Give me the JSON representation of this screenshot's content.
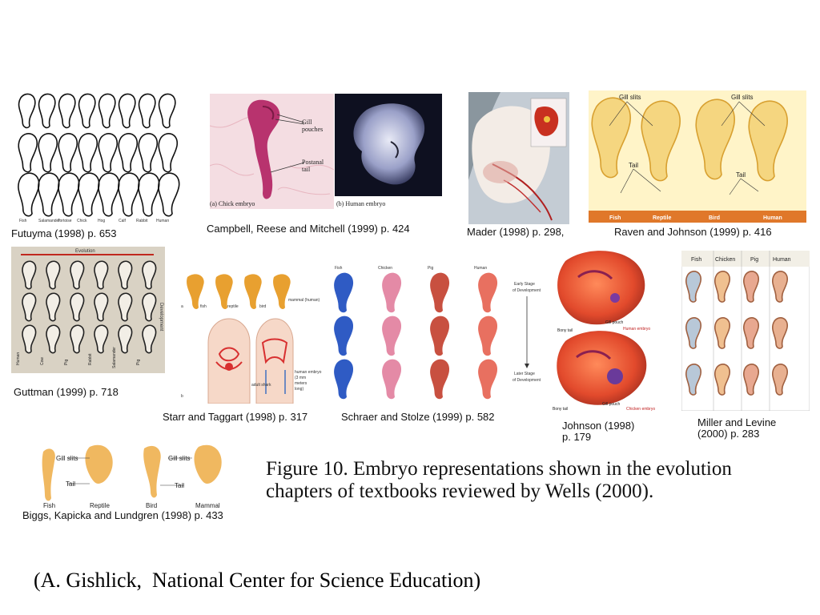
{
  "figure_caption_line1": "Figure 10. Embryo representations shown in the evolution",
  "figure_caption_line2": "chapters of textbooks reviewed by Wells (2000).",
  "credit": "(A. Gishlick,  National Center for Science Education)",
  "panels": {
    "futuyma": {
      "caption": "Futuyma (1998) p. 653",
      "column_labels": [
        "Fish",
        "Salamander",
        "Tortoise",
        "Chick",
        "Hog",
        "Calf",
        "Rabbit",
        "Human"
      ]
    },
    "campbell": {
      "caption": "Campbell, Reese and Mitchell (1999) p. 424",
      "label_gill": "Gill",
      "label_pouches": "pouches",
      "label_postanal": "Postanal",
      "label_tail": "tail",
      "sub_a": "(a) Chick embryo",
      "sub_b": "(b) Human embryo"
    },
    "mader": {
      "caption": "Mader (1998) p. 298,"
    },
    "raven": {
      "caption": "Raven and Johnson (1999) p. 416",
      "label_gill_1": "Gill slits",
      "label_gill_2": "Gill slits",
      "label_tail_1": "Tail",
      "label_tail_2": "Tail",
      "bottom_labels": [
        "Fish",
        "Reptile",
        "Bird",
        "Human"
      ]
    },
    "guttman": {
      "caption": "Guttman (1999) p. 718",
      "evolution": "Evolution",
      "development": "Development",
      "bottom_labels": [
        "Human",
        "Cow",
        "Pig",
        "Rabbit",
        "Salamander",
        "Pig"
      ]
    },
    "starr": {
      "caption": "Starr and Taggart (1998) p. 317",
      "top_labels": [
        "fish",
        "reptile",
        "bird",
        "mammal (human)"
      ],
      "label_a": "a",
      "label_b": "b",
      "adult_shark": "adult shark",
      "human_embryo_1": "human embryo",
      "human_embryo_2": "(3 mm",
      "human_embryo_3": "meters",
      "human_embryo_4": "long)"
    },
    "schraer": {
      "caption": "Schraer and Stolze (1999) p. 582",
      "column_labels": [
        "Fish",
        "Chicken",
        "Pig",
        "Human"
      ],
      "early_1": "Early Stage",
      "early_2": "of Development",
      "later_1": "Later Stage",
      "later_2": "of Development"
    },
    "johnson": {
      "caption_line1": "Johnson (1998)",
      "caption_line2": "p. 179",
      "gill_pouch_1": "Gill pouch",
      "bony_tail_1": "Bony tail",
      "human_embryo": "Human embryo",
      "gill_pouch_2": "Gill pouch",
      "bony_tail_2": "Bony tail",
      "chicken_embryo": "Chicken embryo"
    },
    "miller": {
      "caption_line1": "Miller and Levine",
      "caption_line2": "(2000) p. 283",
      "column_labels": [
        "Fish",
        "Chicken",
        "Pig",
        "Human"
      ]
    },
    "biggs": {
      "caption": "Biggs, Kapicka and Lundgren (1998) p. 433",
      "gill_1": "Gill slits",
      "tail_1": "Tail",
      "gill_2": "Gill slits",
      "tail_2": "Tail",
      "bottom_labels": [
        "Fish",
        "Reptile",
        "Bird",
        "Mammal"
      ]
    }
  },
  "colors": {
    "campbell_bg": "#f2d6dd",
    "campbell_embryo": "#b0306a",
    "human_photo_bg": "#0e1020",
    "mader_bg": "#c9d2d8",
    "raven_bg": "#fff3c8",
    "guttman_bg": "#d9d2c4",
    "evolution_red": "#c0281e",
    "embryo_orange": "#e8a030",
    "schraer_blue": "#2f5bc4",
    "schraer_pink": "#e48aa6",
    "schraer_red": "#c85040",
    "johnson_red": "#e04028"
  }
}
